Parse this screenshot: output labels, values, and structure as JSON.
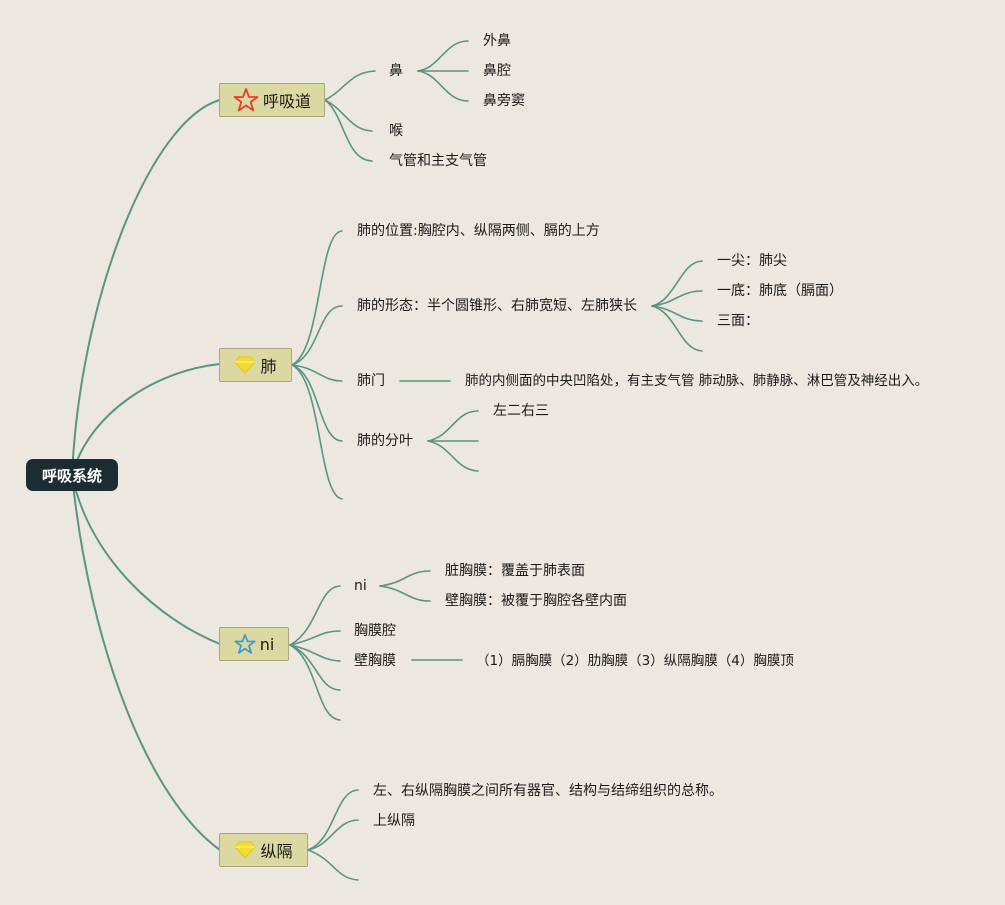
{
  "root": {
    "label": "呼吸系统"
  },
  "topics": {
    "airway": {
      "label": "呼吸道",
      "icon": "star-icon",
      "icon_color": "#e0412c",
      "nose": {
        "label": "鼻",
        "children": [
          "外鼻",
          "鼻腔",
          "鼻旁窦"
        ]
      },
      "larynx": "喉",
      "trachea": "气管和主支气管"
    },
    "lung": {
      "label": "肺",
      "icon": "gem-icon",
      "icon_color": "#f2dc30",
      "position": "肺的位置:胸腔内、纵隔两侧、膈的上方",
      "shape": {
        "label": "肺的形态：半个圆锥形、右肺宽短、左肺狭长",
        "children": [
          "一尖：肺尖",
          "一底：肺底（膈面）",
          "三面："
        ]
      },
      "hilum": {
        "label": "肺门",
        "detail": "肺的内侧面的中央凹陷处，有主支气管 肺动脉、肺静脉、淋巴管及神经出入。"
      },
      "lobes": {
        "label": "肺的分叶",
        "children": [
          "左二右三"
        ]
      }
    },
    "pleura": {
      "label": "ni",
      "icon": "star-outline-icon",
      "icon_color": "#3a9ad0",
      "ni": {
        "label": "ni",
        "children": [
          "脏胸膜：覆盖于肺表面",
          "壁胸膜：被覆于胸腔各壁内面"
        ]
      },
      "cavity": "胸膜腔",
      "parietal": {
        "label": "壁胸膜",
        "detail": "（1）膈胸膜（2）肋胸膜（3）纵隔胸膜（4）胸膜顶"
      }
    },
    "mediastinum": {
      "label": "纵隔",
      "icon": "gem-icon",
      "icon_color": "#f2dc30",
      "definition": "左、右纵隔胸膜之间所有器官、结构与结缔组织的总称。",
      "upper": "上纵隔"
    }
  }
}
